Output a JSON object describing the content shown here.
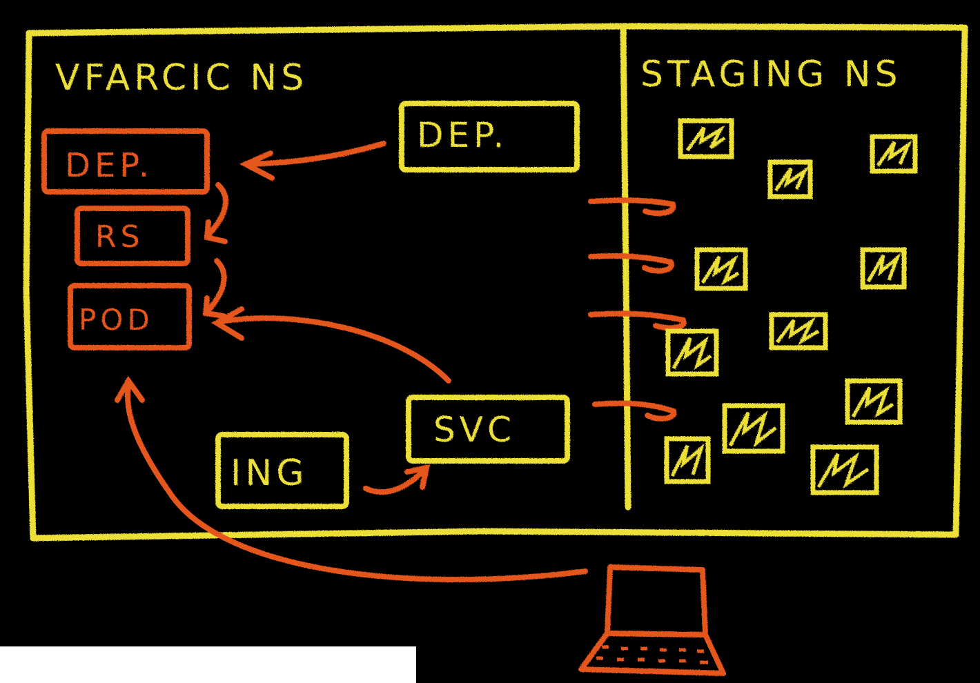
{
  "colors": {
    "background": "#000000",
    "yellow": "#ece038",
    "orange": "#e5571f",
    "white": "#ffffff"
  },
  "namespaces": {
    "left": {
      "label": "VFARCIC NS"
    },
    "right": {
      "label": "STAGING NS"
    }
  },
  "resources": {
    "dep_source": "DEP.",
    "dep": "DEP.",
    "rs": "RS",
    "pod": "POD",
    "svc": "SVC",
    "ing": "ING"
  },
  "icons": {
    "pod_icon": "filled-square-icon",
    "laptop": "laptop-icon"
  }
}
